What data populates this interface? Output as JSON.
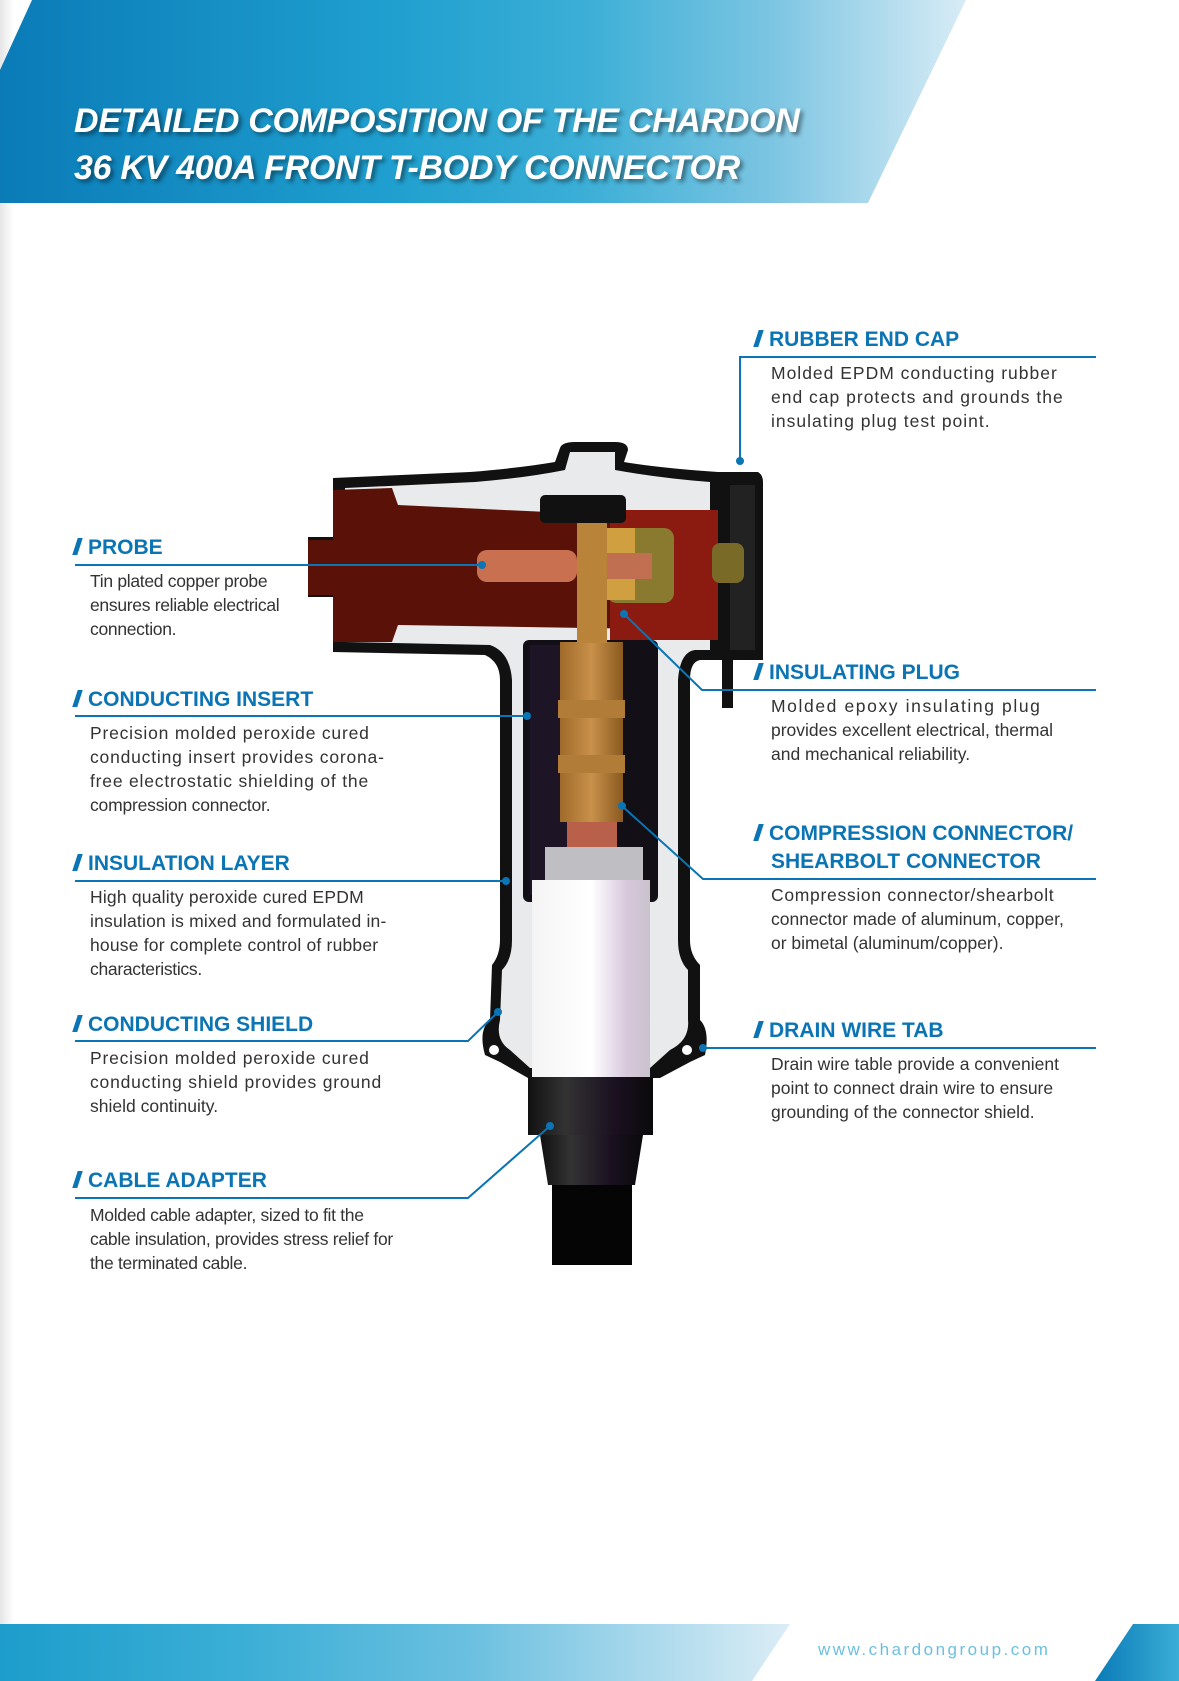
{
  "header": {
    "title_line1": "DETAILED COMPOSITION OF THE CHARDON",
    "title_line2": "36 KV 400A FRONT T-BODY CONNECTOR"
  },
  "components": {
    "rubber_end_cap": {
      "title": "RUBBER END CAP",
      "lines": [
        "Molded EPDM conducting rubber",
        "end cap protects and grounds the",
        "insulating plug test point."
      ]
    },
    "probe": {
      "title": "PROBE",
      "lines": [
        "Tin plated copper probe",
        "ensures reliable electrical",
        "connection."
      ]
    },
    "conducting_insert": {
      "title": "CONDUCTING INSERT",
      "lines": [
        "Precision molded peroxide cured",
        "conducting insert provides corona-",
        "free electrostatic shielding of the",
        "compression connector."
      ]
    },
    "insulation_layer": {
      "title": "INSULATION LAYER",
      "lines": [
        "High quality peroxide cured EPDM",
        "insulation is mixed and formulated in-",
        "house for complete control of rubber",
        "characteristics."
      ]
    },
    "conducting_shield": {
      "title": "CONDUCTING SHIELD",
      "lines": [
        "Precision molded peroxide cured",
        "conducting shield provides ground",
        "shield continuity."
      ]
    },
    "cable_adapter": {
      "title": "CABLE ADAPTER",
      "lines": [
        "Molded cable adapter, sized to fit the",
        "cable insulation, provides stress relief for",
        "the terminated cable."
      ]
    },
    "insulating_plug": {
      "title": "INSULATING PLUG",
      "lines": [
        "Molded epoxy insulating plug",
        "provides excellent electrical, thermal",
        "and mechanical reliability."
      ]
    },
    "compression_connector": {
      "title_line1": "COMPRESSION CONNECTOR/",
      "title_line2": "SHEARBOLT CONNECTOR",
      "lines": [
        "Compression connector/shearbolt",
        "connector made of aluminum, copper,",
        "or bimetal (aluminum/copper)."
      ]
    },
    "drain_wire_tab": {
      "title": "DRAIN WIRE TAB",
      "lines": [
        "Drain wire table provide a convenient",
        "point to connect drain wire to ensure",
        "grounding of the connector shield."
      ]
    }
  },
  "footer": {
    "website": "www.chardongroup.com"
  },
  "colors": {
    "accent": "#0a74b4",
    "rubber": "#5a1208",
    "brass": "#b9843a"
  }
}
